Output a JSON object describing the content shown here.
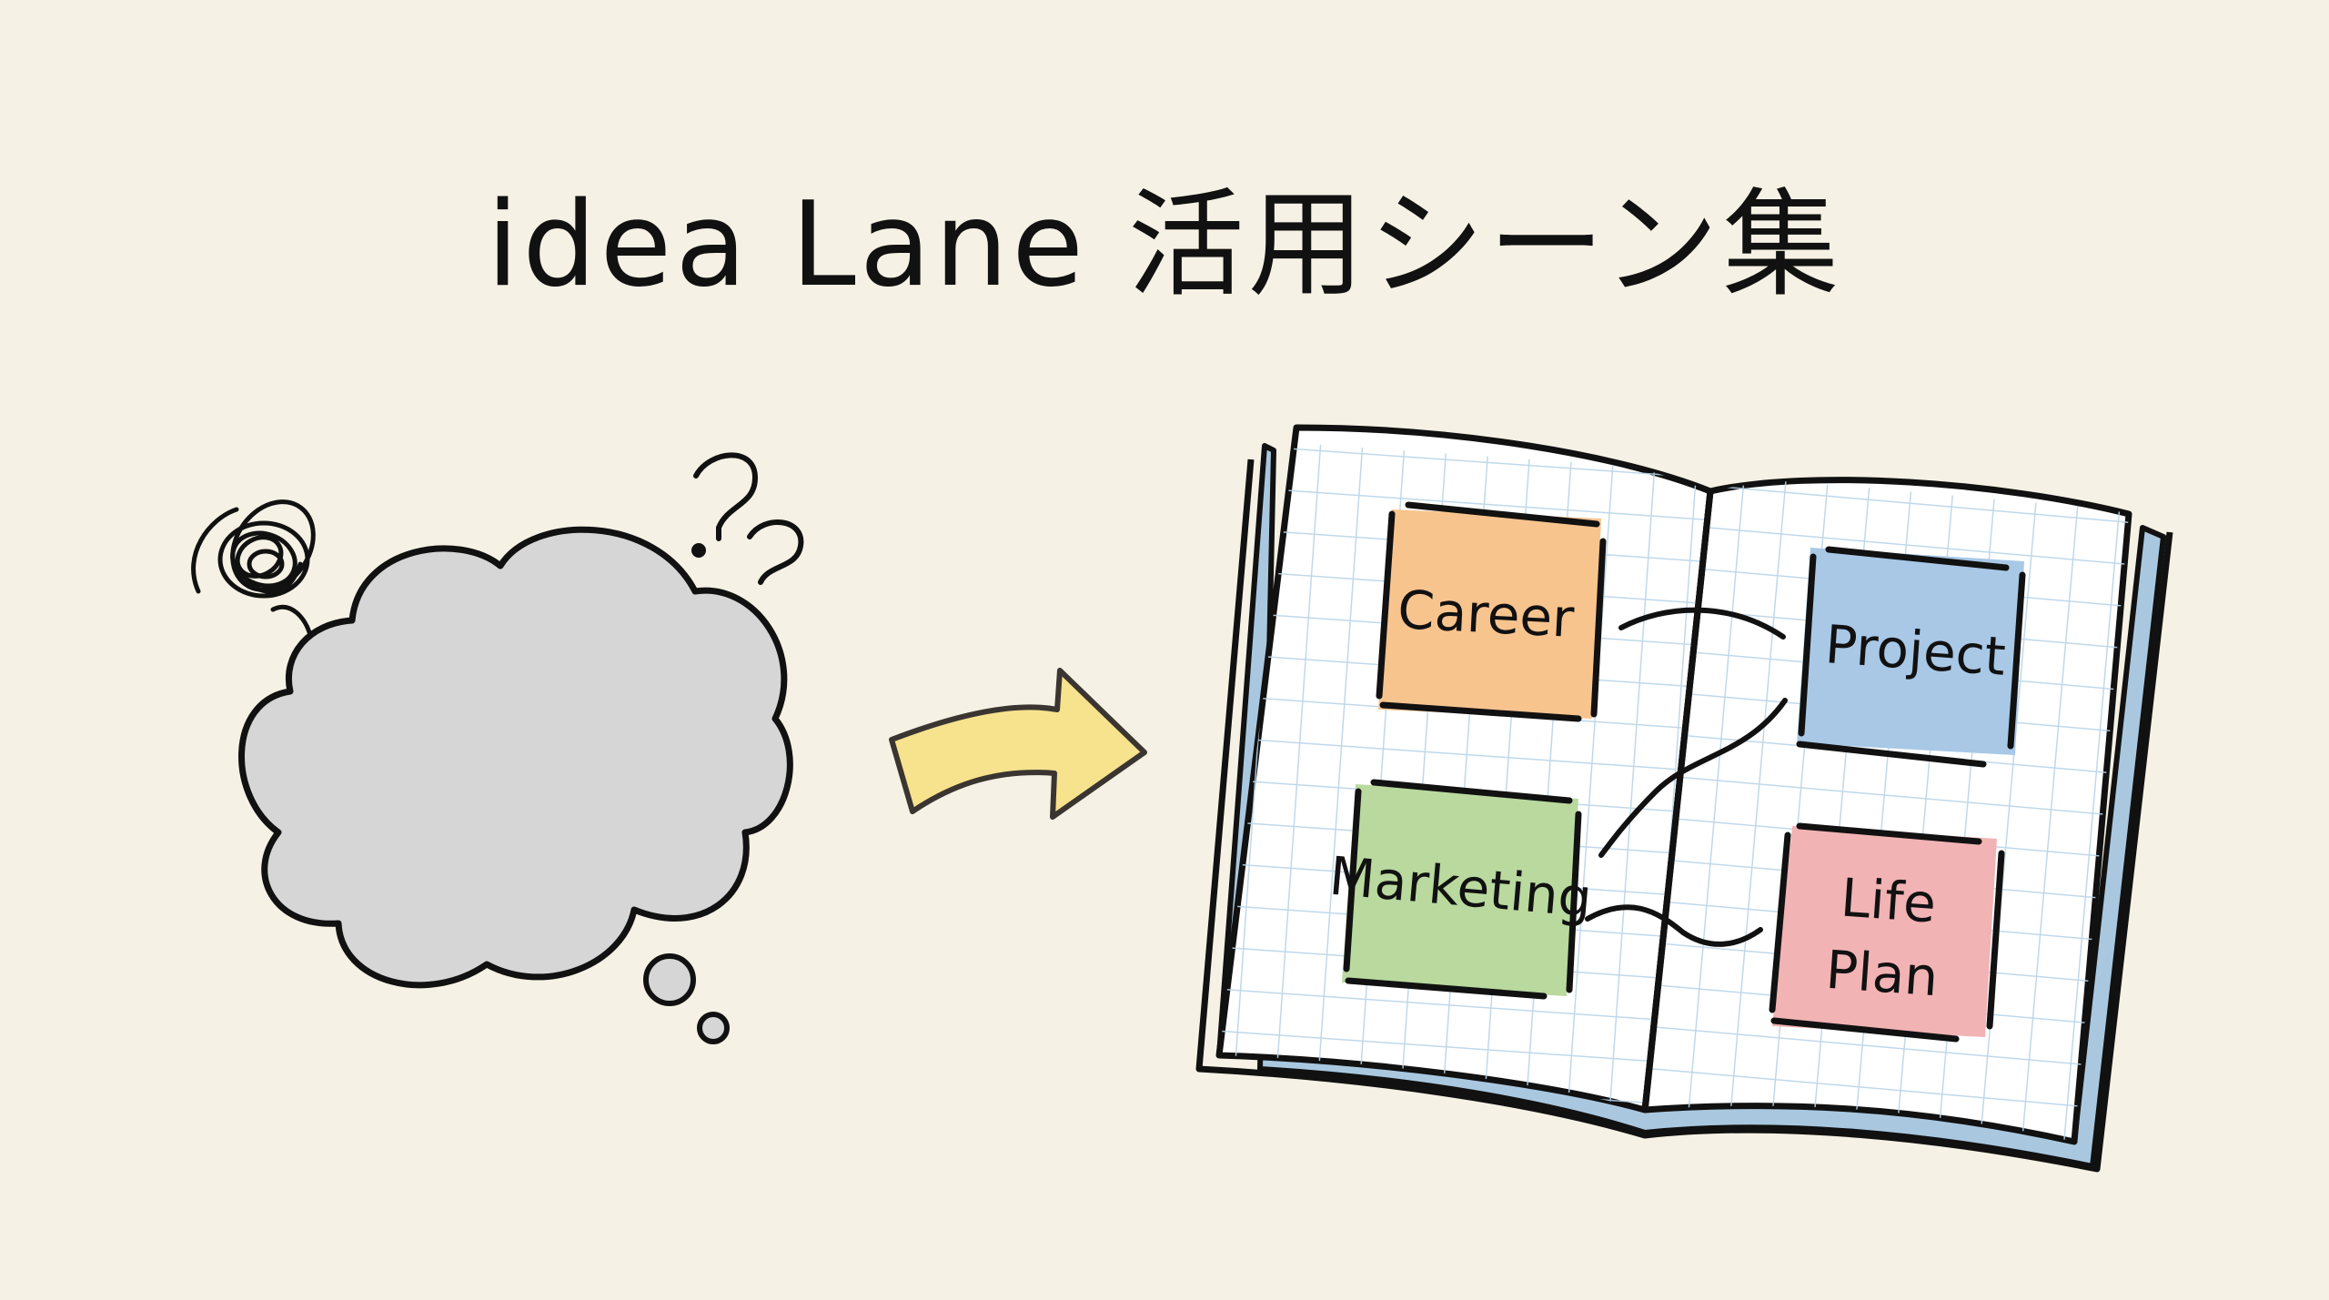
{
  "title": "idea Lane 活用シーン集",
  "left_panel": {
    "cloud": {
      "fill": "#d6d6d6",
      "stroke": "#111111",
      "icon": "thought-cloud-icon"
    },
    "scribble": {
      "icon": "tangled-scribble-icon"
    },
    "question_marks": [
      "?",
      "?"
    ]
  },
  "arrow": {
    "fill": "#f7e28e",
    "stroke": "#3a3530",
    "icon": "curved-arrow-right-icon"
  },
  "notebook": {
    "cover_color": "#a9c8e0",
    "page_color": "#ffffff",
    "grid_color": "#b9d4e8",
    "notes": [
      {
        "id": "career",
        "label": "Career",
        "color": "#f8c48e"
      },
      {
        "id": "project",
        "label": "Project",
        "color": "#a8c8e6"
      },
      {
        "id": "marketing",
        "label": "Marketing",
        "color": "#b9d99f"
      },
      {
        "id": "life-plan",
        "label_line1": "Life",
        "label_line2": "Plan",
        "color": "#f2b3b5"
      }
    ]
  },
  "colors": {
    "background": "#f5f1e4",
    "ink": "#111111"
  }
}
